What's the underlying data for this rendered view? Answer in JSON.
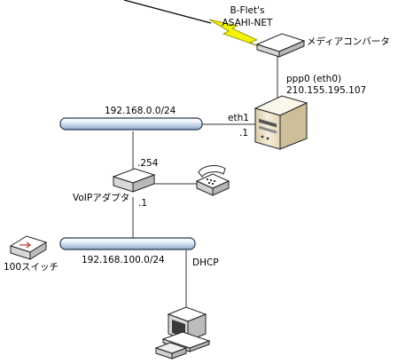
{
  "internet": {
    "line1": "B-Flet's",
    "line2": "ASAHI-NET"
  },
  "media_converter": {
    "label": "メディアコンバータ"
  },
  "server": {
    "wan_interface": "ppp0 (eth0)",
    "wan_ip": "210.155.195.107",
    "lan_interface": "eth1",
    "lan_host": ".1"
  },
  "upper_network": {
    "address": "192.168.0.0/24"
  },
  "voip_adapter": {
    "label": "VoIPアダプタ",
    "upper_host": ".254",
    "lower_host": ".1"
  },
  "lower_network": {
    "address": "192.168.100.0/24",
    "dhcp": "DHCP"
  },
  "switch": {
    "label": "100スイッチ"
  },
  "colors": {
    "lightning_fill": "#f2f20a",
    "lightning_stroke": "#8a8a00",
    "bus_light": "#e8f0fa",
    "bus_dark": "#9bb2d2",
    "bus_stroke": "#2b3a55",
    "device_fill": "#f4f4f4",
    "device_dark": "#c9c9c9",
    "server_fill": "#f2e8d2",
    "server_dark": "#c8b890",
    "line": "#333333"
  }
}
